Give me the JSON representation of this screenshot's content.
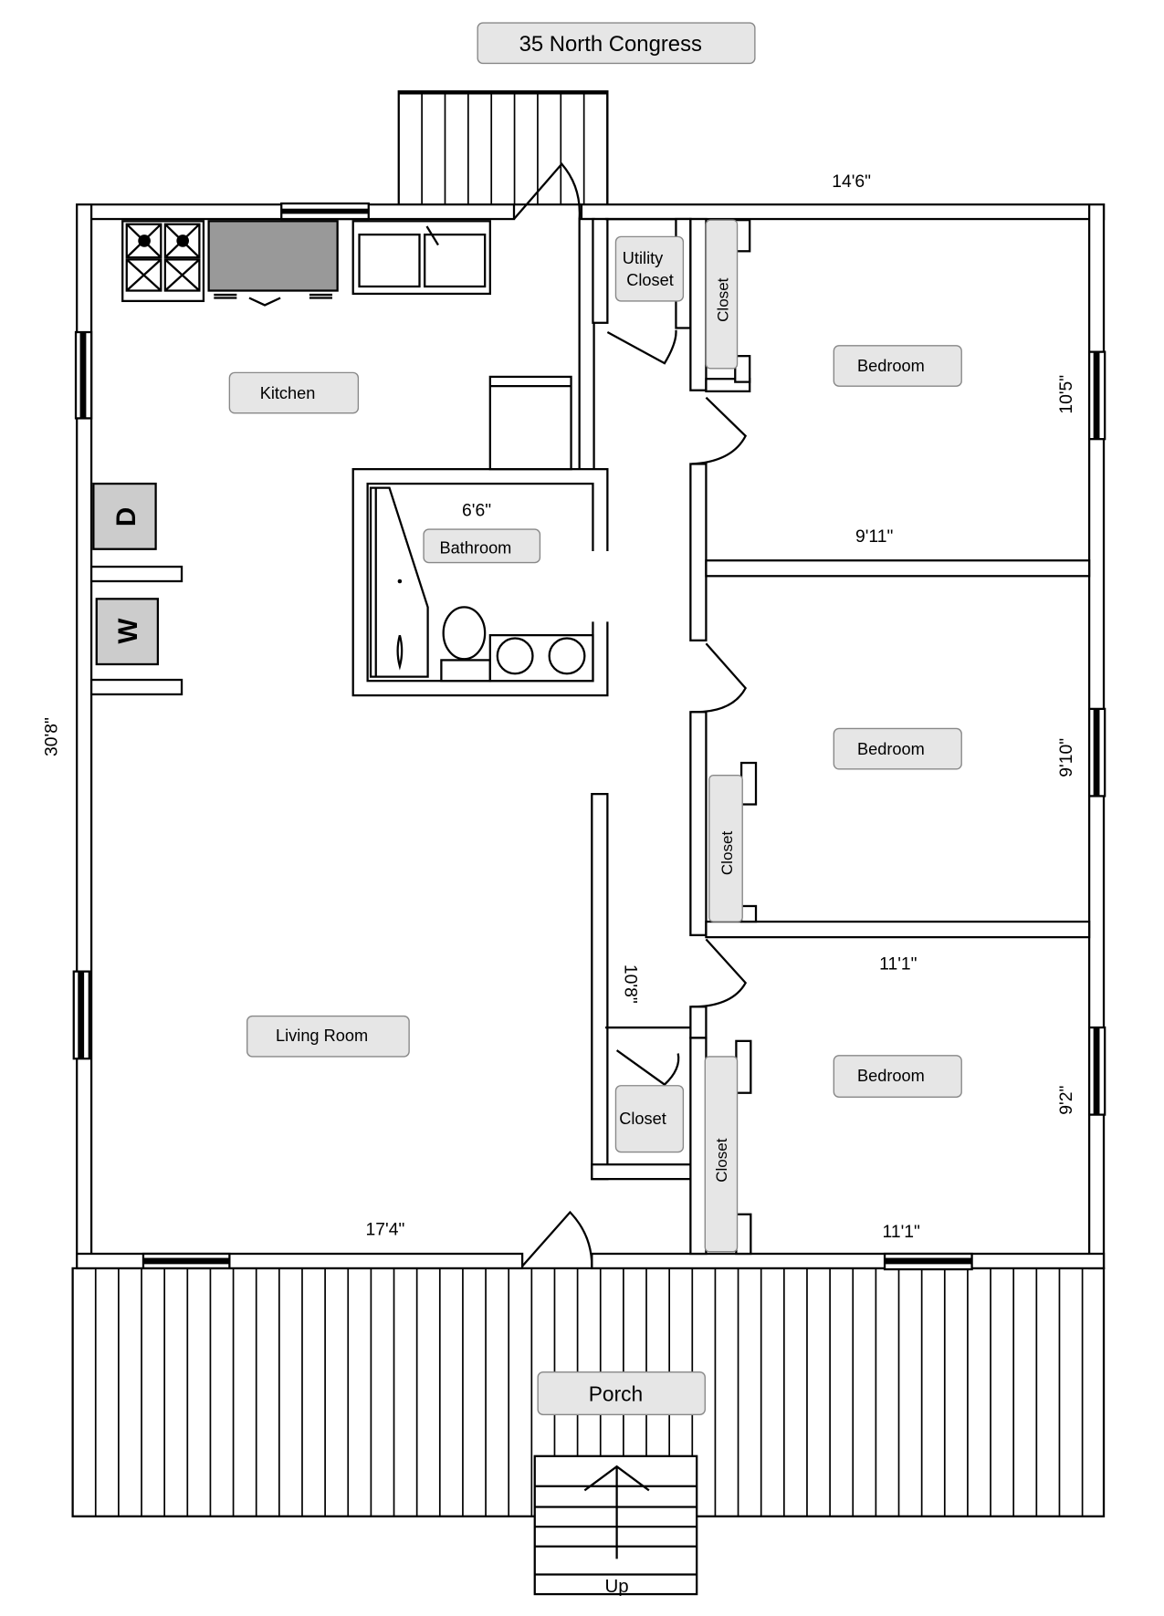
{
  "title": "35 North Congress",
  "rooms": {
    "kitchen": "Kitchen",
    "bathroom": "Bathroom",
    "utility_closet": [
      "Utility",
      "Closet"
    ],
    "bedroom_1": "Bedroom",
    "bedroom_2": "Bedroom",
    "bedroom_3": "Bedroom",
    "closet_1": "Closet",
    "closet_2": "Closet",
    "closet_3": "Closet",
    "closet_4": "Closet",
    "living_room": "Living Room",
    "porch": "Porch",
    "stairs": "Up"
  },
  "appliances": {
    "dryer": "D",
    "washer": "W"
  },
  "dimensions": {
    "overall_width_top": "14'6\"",
    "overall_length": "30'8\"",
    "bathroom_width": "6'6\"",
    "bedroom_1_height": "10'5\"",
    "bedroom_1_width": "9'11\"",
    "bedroom_2_height": "9'10\"",
    "bedroom_2_width": "11'1\"",
    "hallway_length": "10'8\"",
    "bedroom_3_height": "9'2\"",
    "bedroom_3_width": "11'1\"",
    "living_room_width": "17'4\""
  }
}
